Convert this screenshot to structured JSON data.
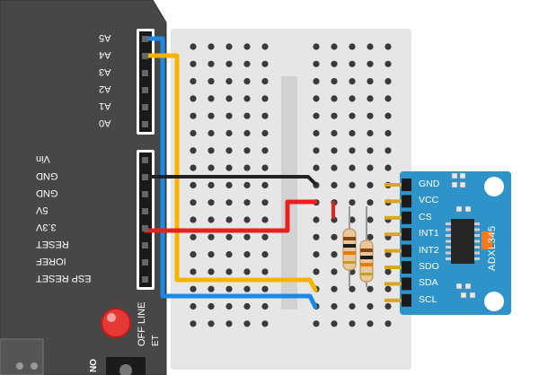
{
  "arduino": {
    "analog_pins": [
      "A5",
      "A4",
      "A3",
      "A2",
      "A1",
      "A0"
    ],
    "power_pins": [
      "Vin",
      "GND",
      "GND",
      "5V",
      "3.3V",
      "RESET",
      "IOREF",
      "ESP RESET"
    ],
    "led_label": "OFF LINE",
    "bottom_partial": "ON",
    "bottom_partial2": "ET"
  },
  "sensor": {
    "name": "ADXL345",
    "pins": [
      "GND",
      "VCC",
      "CS",
      "INT1",
      "INT2",
      "SDO",
      "SDA",
      "SCL"
    ]
  },
  "colors": {
    "board": "#474747",
    "breadboard": "#e6e6e6",
    "sensor": "#2e93c8",
    "wire_blue": "#1e88e5",
    "wire_yellow": "#f5b400",
    "wire_black": "#222222",
    "wire_red": "#e82020",
    "led": "#e53935"
  }
}
